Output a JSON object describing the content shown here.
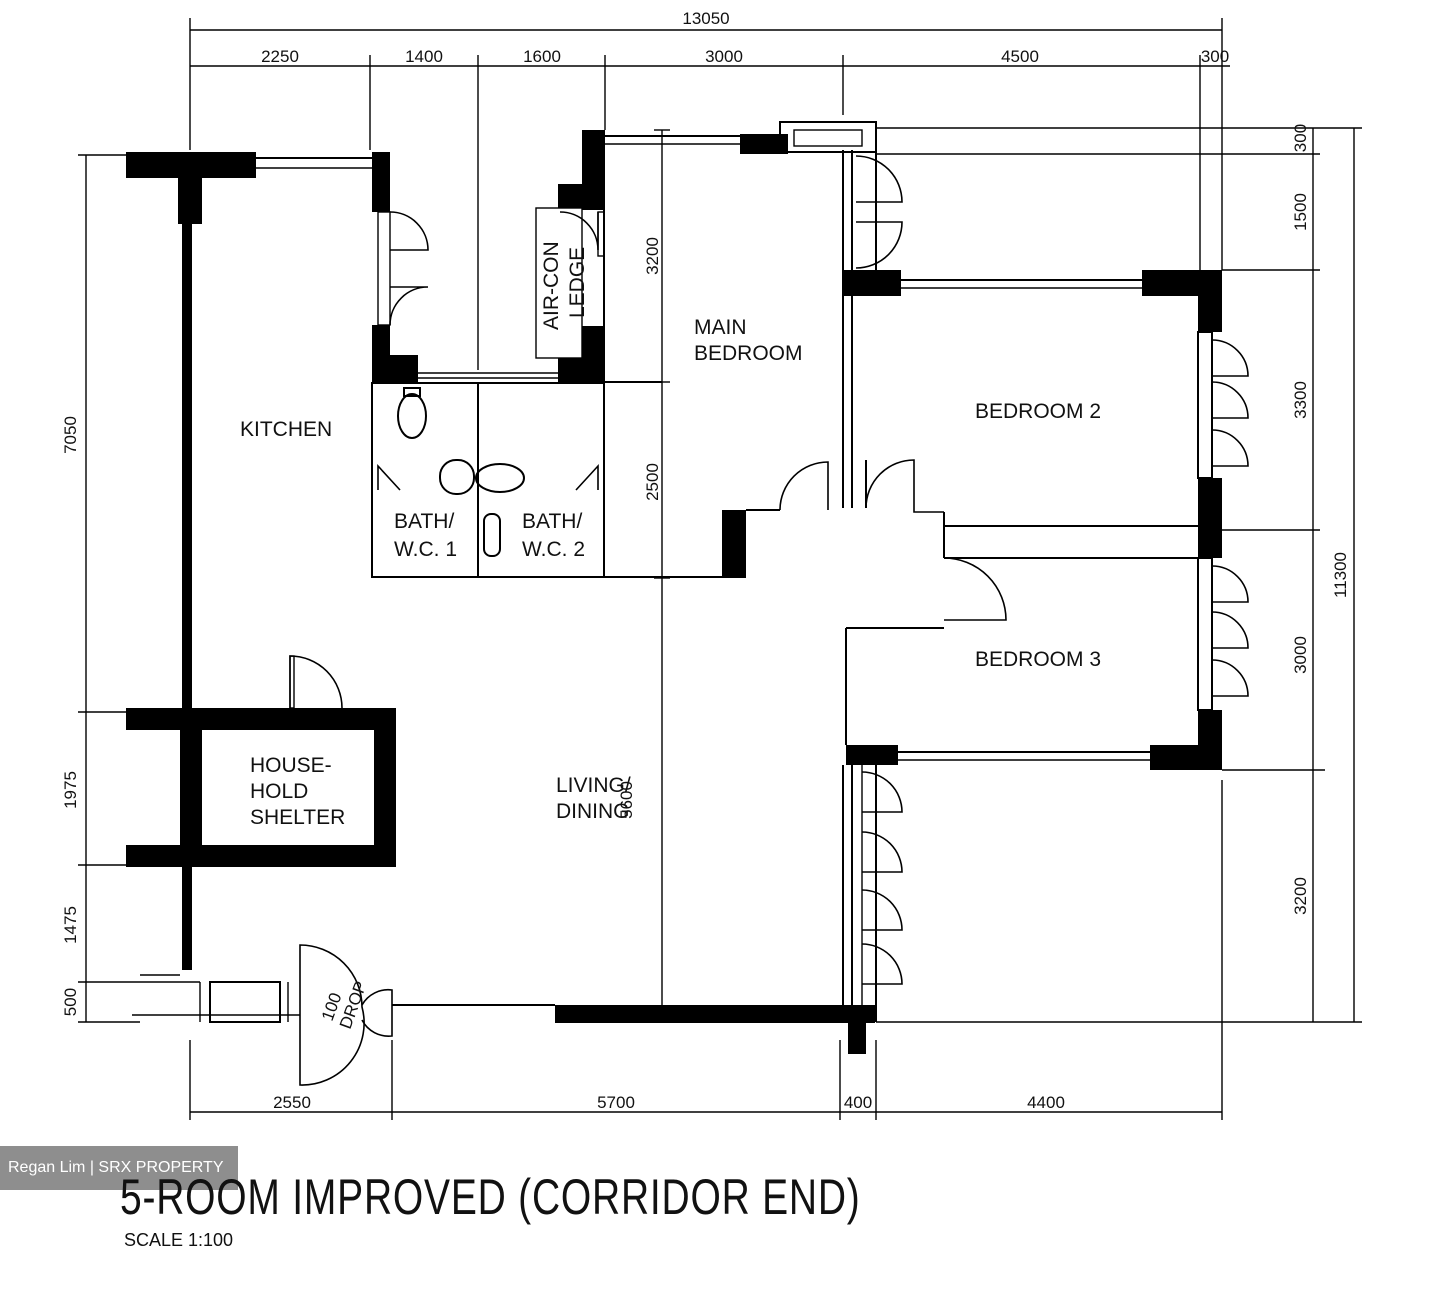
{
  "dimensions": {
    "top_overall": "13050",
    "top": [
      "2250",
      "1400",
      "1600",
      "3000",
      "4500",
      "300"
    ],
    "bottom": [
      "2550",
      "5700",
      "400",
      "4400"
    ],
    "left_overall": "7050",
    "left": [
      "1975",
      "1475",
      "500"
    ],
    "right_overall": "11300",
    "right": [
      "300",
      "1500",
      "3300",
      "3000",
      "3200"
    ],
    "inner": [
      "3200",
      "2500",
      "5600"
    ]
  },
  "rooms": {
    "kitchen": "KITCHEN",
    "main_bedroom": [
      "MAIN",
      "BEDROOM"
    ],
    "aircon": [
      "AIR-CON",
      "LEDGE"
    ],
    "bedroom2": "BEDROOM 2",
    "bedroom3": "BEDROOM 3",
    "bath1": [
      "BATH/",
      "W.C. 1"
    ],
    "bath2": [
      "BATH/",
      "W.C. 2"
    ],
    "shelter": [
      "HOUSE-",
      "HOLD",
      "SHELTER"
    ],
    "living": [
      "LIVING/",
      "DINING"
    ],
    "refuse": [
      "100",
      "DROP"
    ]
  },
  "watermark": "Regan Lim | SRX PROPERTY",
  "title": "5-ROOM IMPROVED (CORRIDOR END)",
  "scale": "SCALE   1:100"
}
